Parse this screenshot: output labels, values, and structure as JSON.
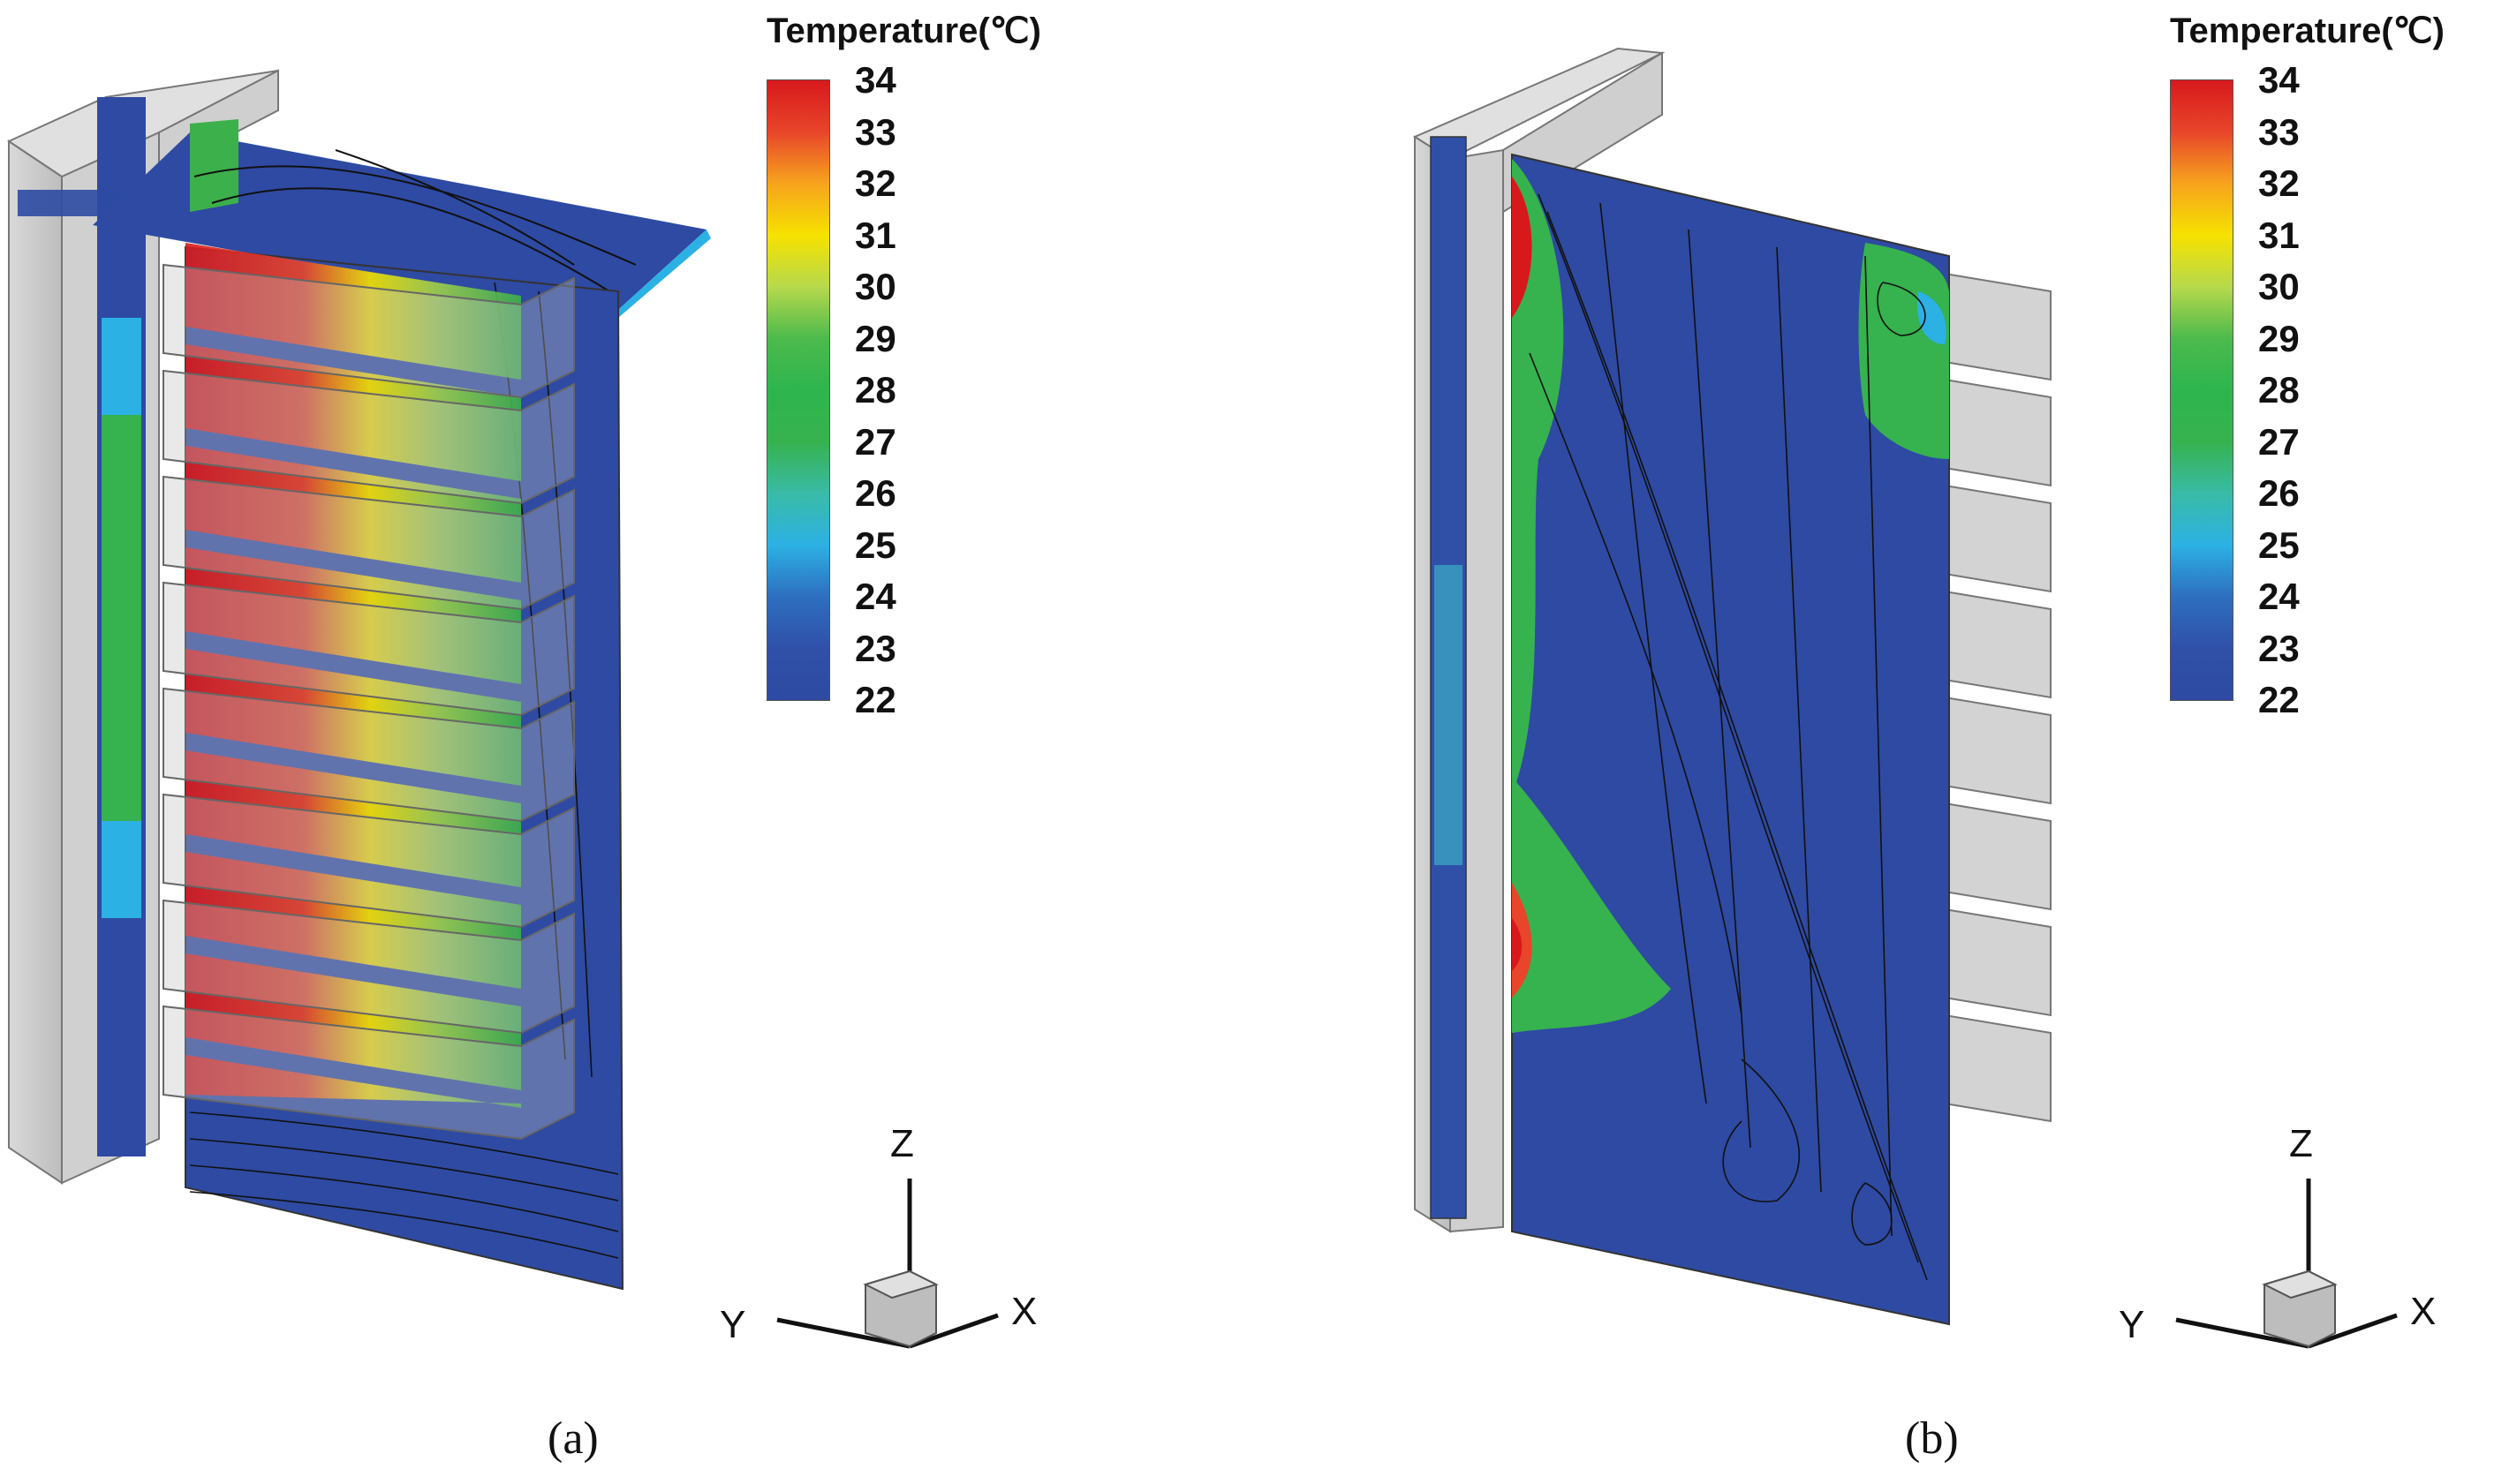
{
  "colors": {
    "c34": "#d7191c",
    "c33": "#e8452a",
    "c32": "#f7a41d",
    "c31": "#f6e200",
    "c30": "#b7d94c",
    "c29": "#4cba4c",
    "c28": "#2eb54e",
    "c27": "#36b24e",
    "c26": "#39bba7",
    "c25": "#2cb1e4",
    "c24": "#2d6fc0",
    "c23": "#3050a8",
    "c22": "#2e4aa3",
    "grey": "#c8c8c8",
    "line": "#111111"
  },
  "legend": {
    "title": "Temperature(℃)",
    "ticks": [
      "34",
      "33",
      "32",
      "31",
      "30",
      "29",
      "28",
      "27",
      "26",
      "25",
      "24",
      "23",
      "22"
    ]
  },
  "axes": {
    "z": "Z",
    "y": "Y",
    "x": "X"
  },
  "panels": [
    {
      "id": "a",
      "label": "(a)"
    },
    {
      "id": "b",
      "label": "(b)"
    }
  ]
}
